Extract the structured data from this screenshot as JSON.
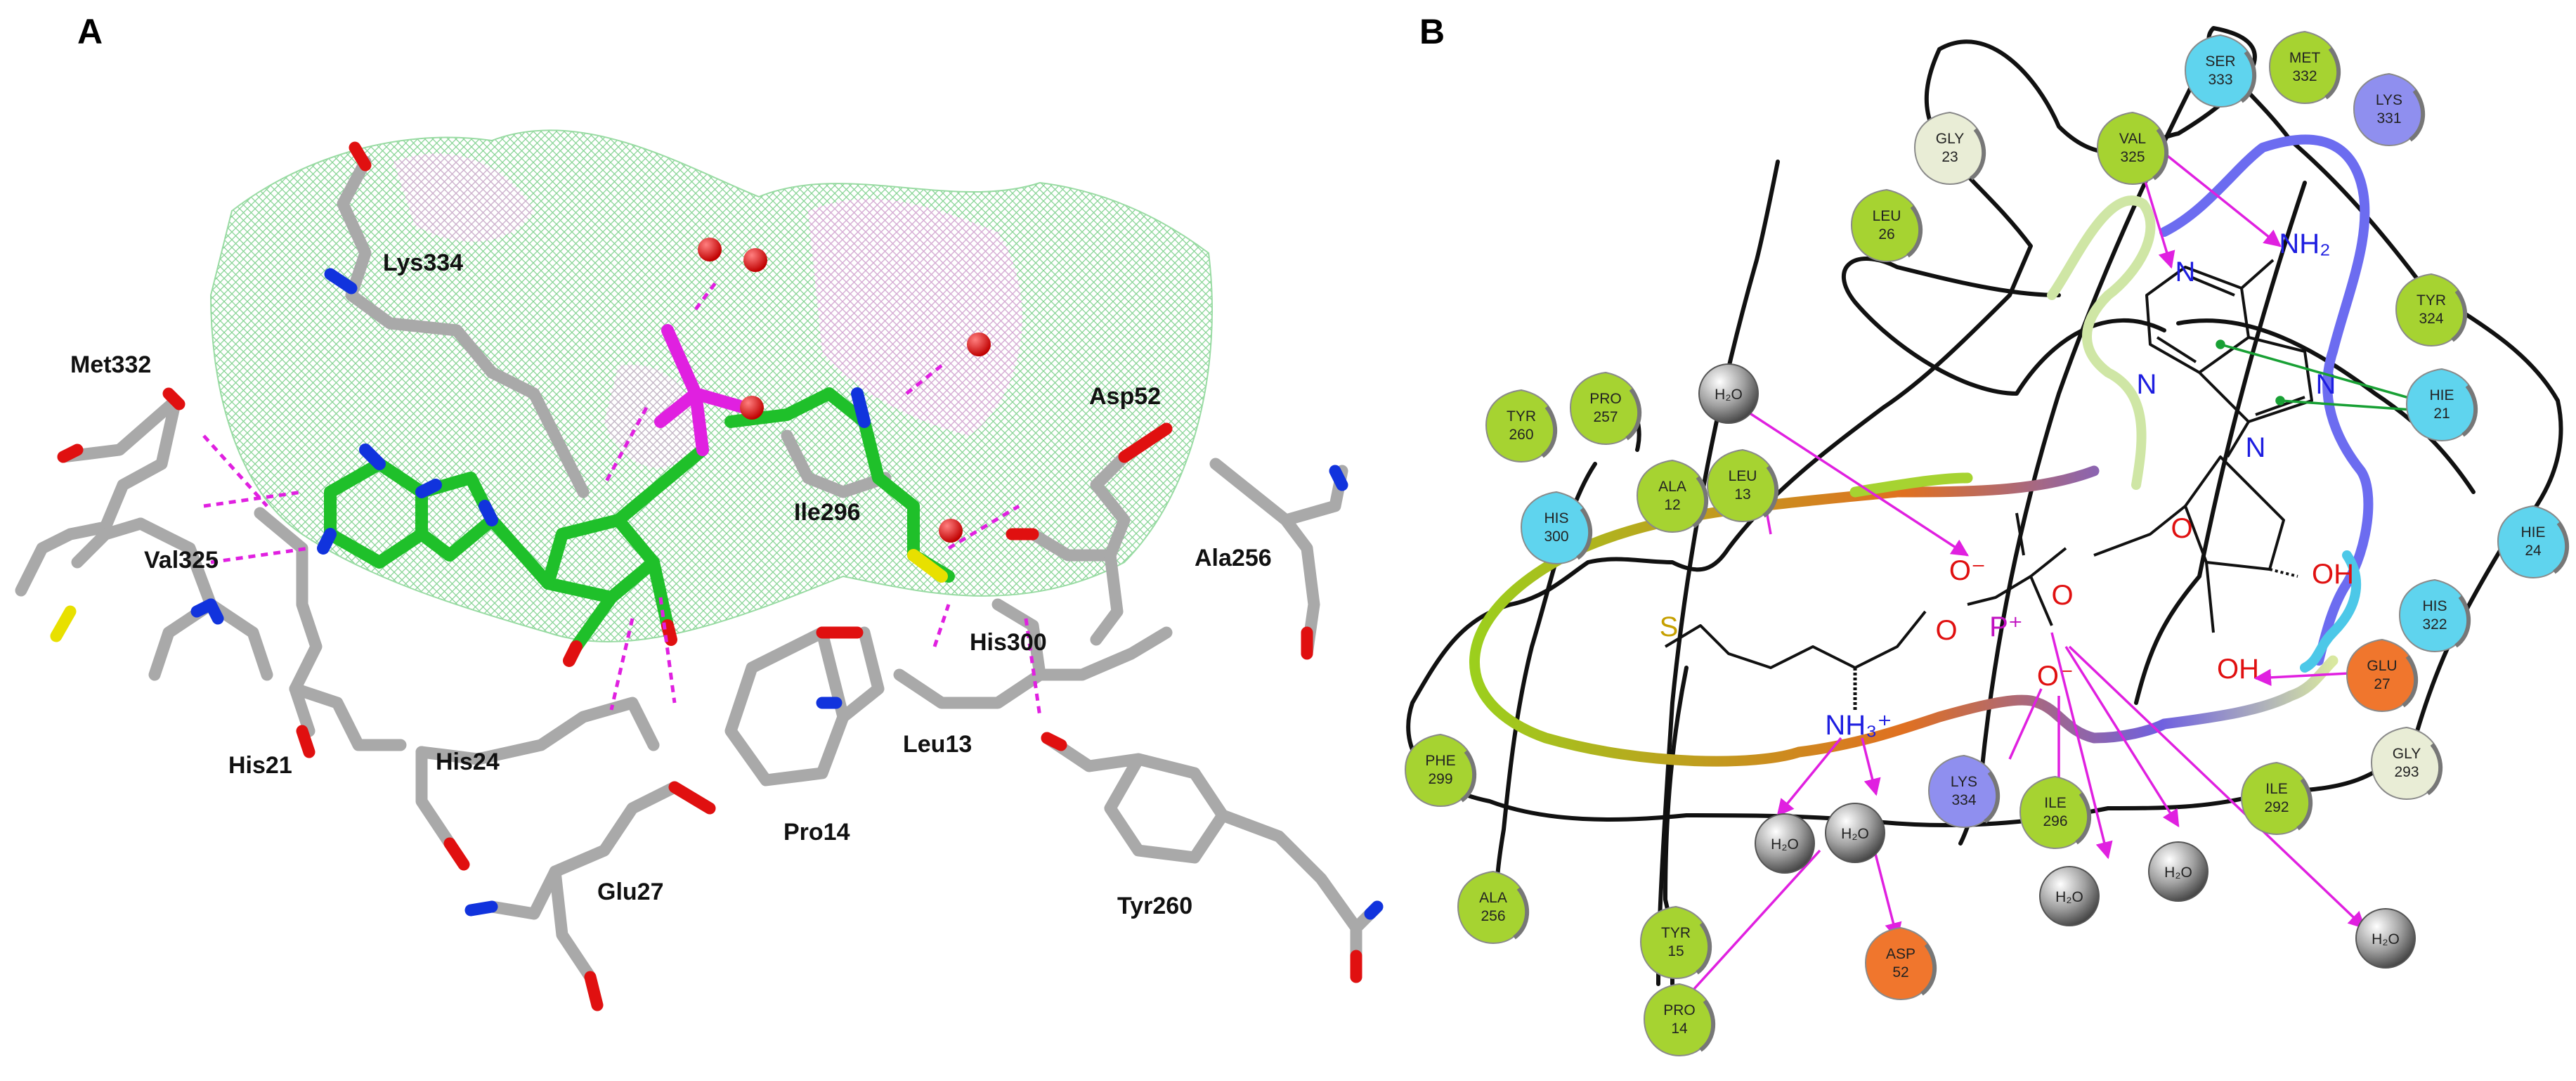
{
  "panels": {
    "a": "A",
    "b": "B"
  },
  "panel_a": {
    "labels": [
      "Lys334",
      "Met332",
      "Val325",
      "His21",
      "His24",
      "Glu27",
      "Ile296",
      "Asp52",
      "Ala256",
      "His300",
      "Leu13",
      "Pro14",
      "Tyr260"
    ]
  },
  "panel_b": {
    "residues": [
      {
        "name": "SER",
        "num": "333",
        "type": "polar"
      },
      {
        "name": "MET",
        "num": "332",
        "type": "hydrophobic"
      },
      {
        "name": "LYS",
        "num": "331",
        "type": "positive"
      },
      {
        "name": "GLY",
        "num": "23",
        "type": "glycine"
      },
      {
        "name": "VAL",
        "num": "325",
        "type": "hydrophobic"
      },
      {
        "name": "LEU",
        "num": "26",
        "type": "hydrophobic"
      },
      {
        "name": "TYR",
        "num": "324",
        "type": "hydrophobic"
      },
      {
        "name": "HIE",
        "num": "21",
        "type": "polar"
      },
      {
        "name": "HIE",
        "num": "24",
        "type": "polar"
      },
      {
        "name": "HIS",
        "num": "322",
        "type": "polar"
      },
      {
        "name": "GLU",
        "num": "27",
        "type": "negative"
      },
      {
        "name": "TYR",
        "num": "260",
        "type": "hydrophobic"
      },
      {
        "name": "PRO",
        "num": "257",
        "type": "hydrophobic"
      },
      {
        "name": "ALA",
        "num": "12",
        "type": "hydrophobic"
      },
      {
        "name": "LEU",
        "num": "13",
        "type": "hydrophobic"
      },
      {
        "name": "HIS",
        "num": "300",
        "type": "polar"
      },
      {
        "name": "PHE",
        "num": "299",
        "type": "hydrophobic"
      },
      {
        "name": "ALA",
        "num": "256",
        "type": "hydrophobic"
      },
      {
        "name": "TYR",
        "num": "15",
        "type": "hydrophobic"
      },
      {
        "name": "PRO",
        "num": "14",
        "type": "hydrophobic"
      },
      {
        "name": "ASP",
        "num": "52",
        "type": "negative"
      },
      {
        "name": "LYS",
        "num": "334",
        "type": "positive"
      },
      {
        "name": "ILE",
        "num": "296",
        "type": "hydrophobic"
      },
      {
        "name": "ILE",
        "num": "292",
        "type": "hydrophobic"
      },
      {
        "name": "GLY",
        "num": "293",
        "type": "glycine"
      }
    ],
    "waters": [
      "H₂O",
      "H₂O",
      "H₂O",
      "H₂O",
      "H₂O",
      "H₂O"
    ],
    "atoms": {
      "n": "N",
      "nh2": "NH₂",
      "o": "O",
      "o_minus": "O⁻",
      "p_plus": "P⁺",
      "s": "S",
      "oh": "OH",
      "nh3": "NH₃⁺"
    }
  },
  "colors": {
    "polar": "#5fd4ee",
    "hydrophobic": "#a6d331",
    "positive": "#8f8fef",
    "negative": "#f0762d",
    "glycine": "#e9edd6",
    "hbond": "#e020e0",
    "pipi": "#18a034",
    "carbon_ligand": "#1fc02a",
    "carbon_protein": "#a9a9a9"
  }
}
